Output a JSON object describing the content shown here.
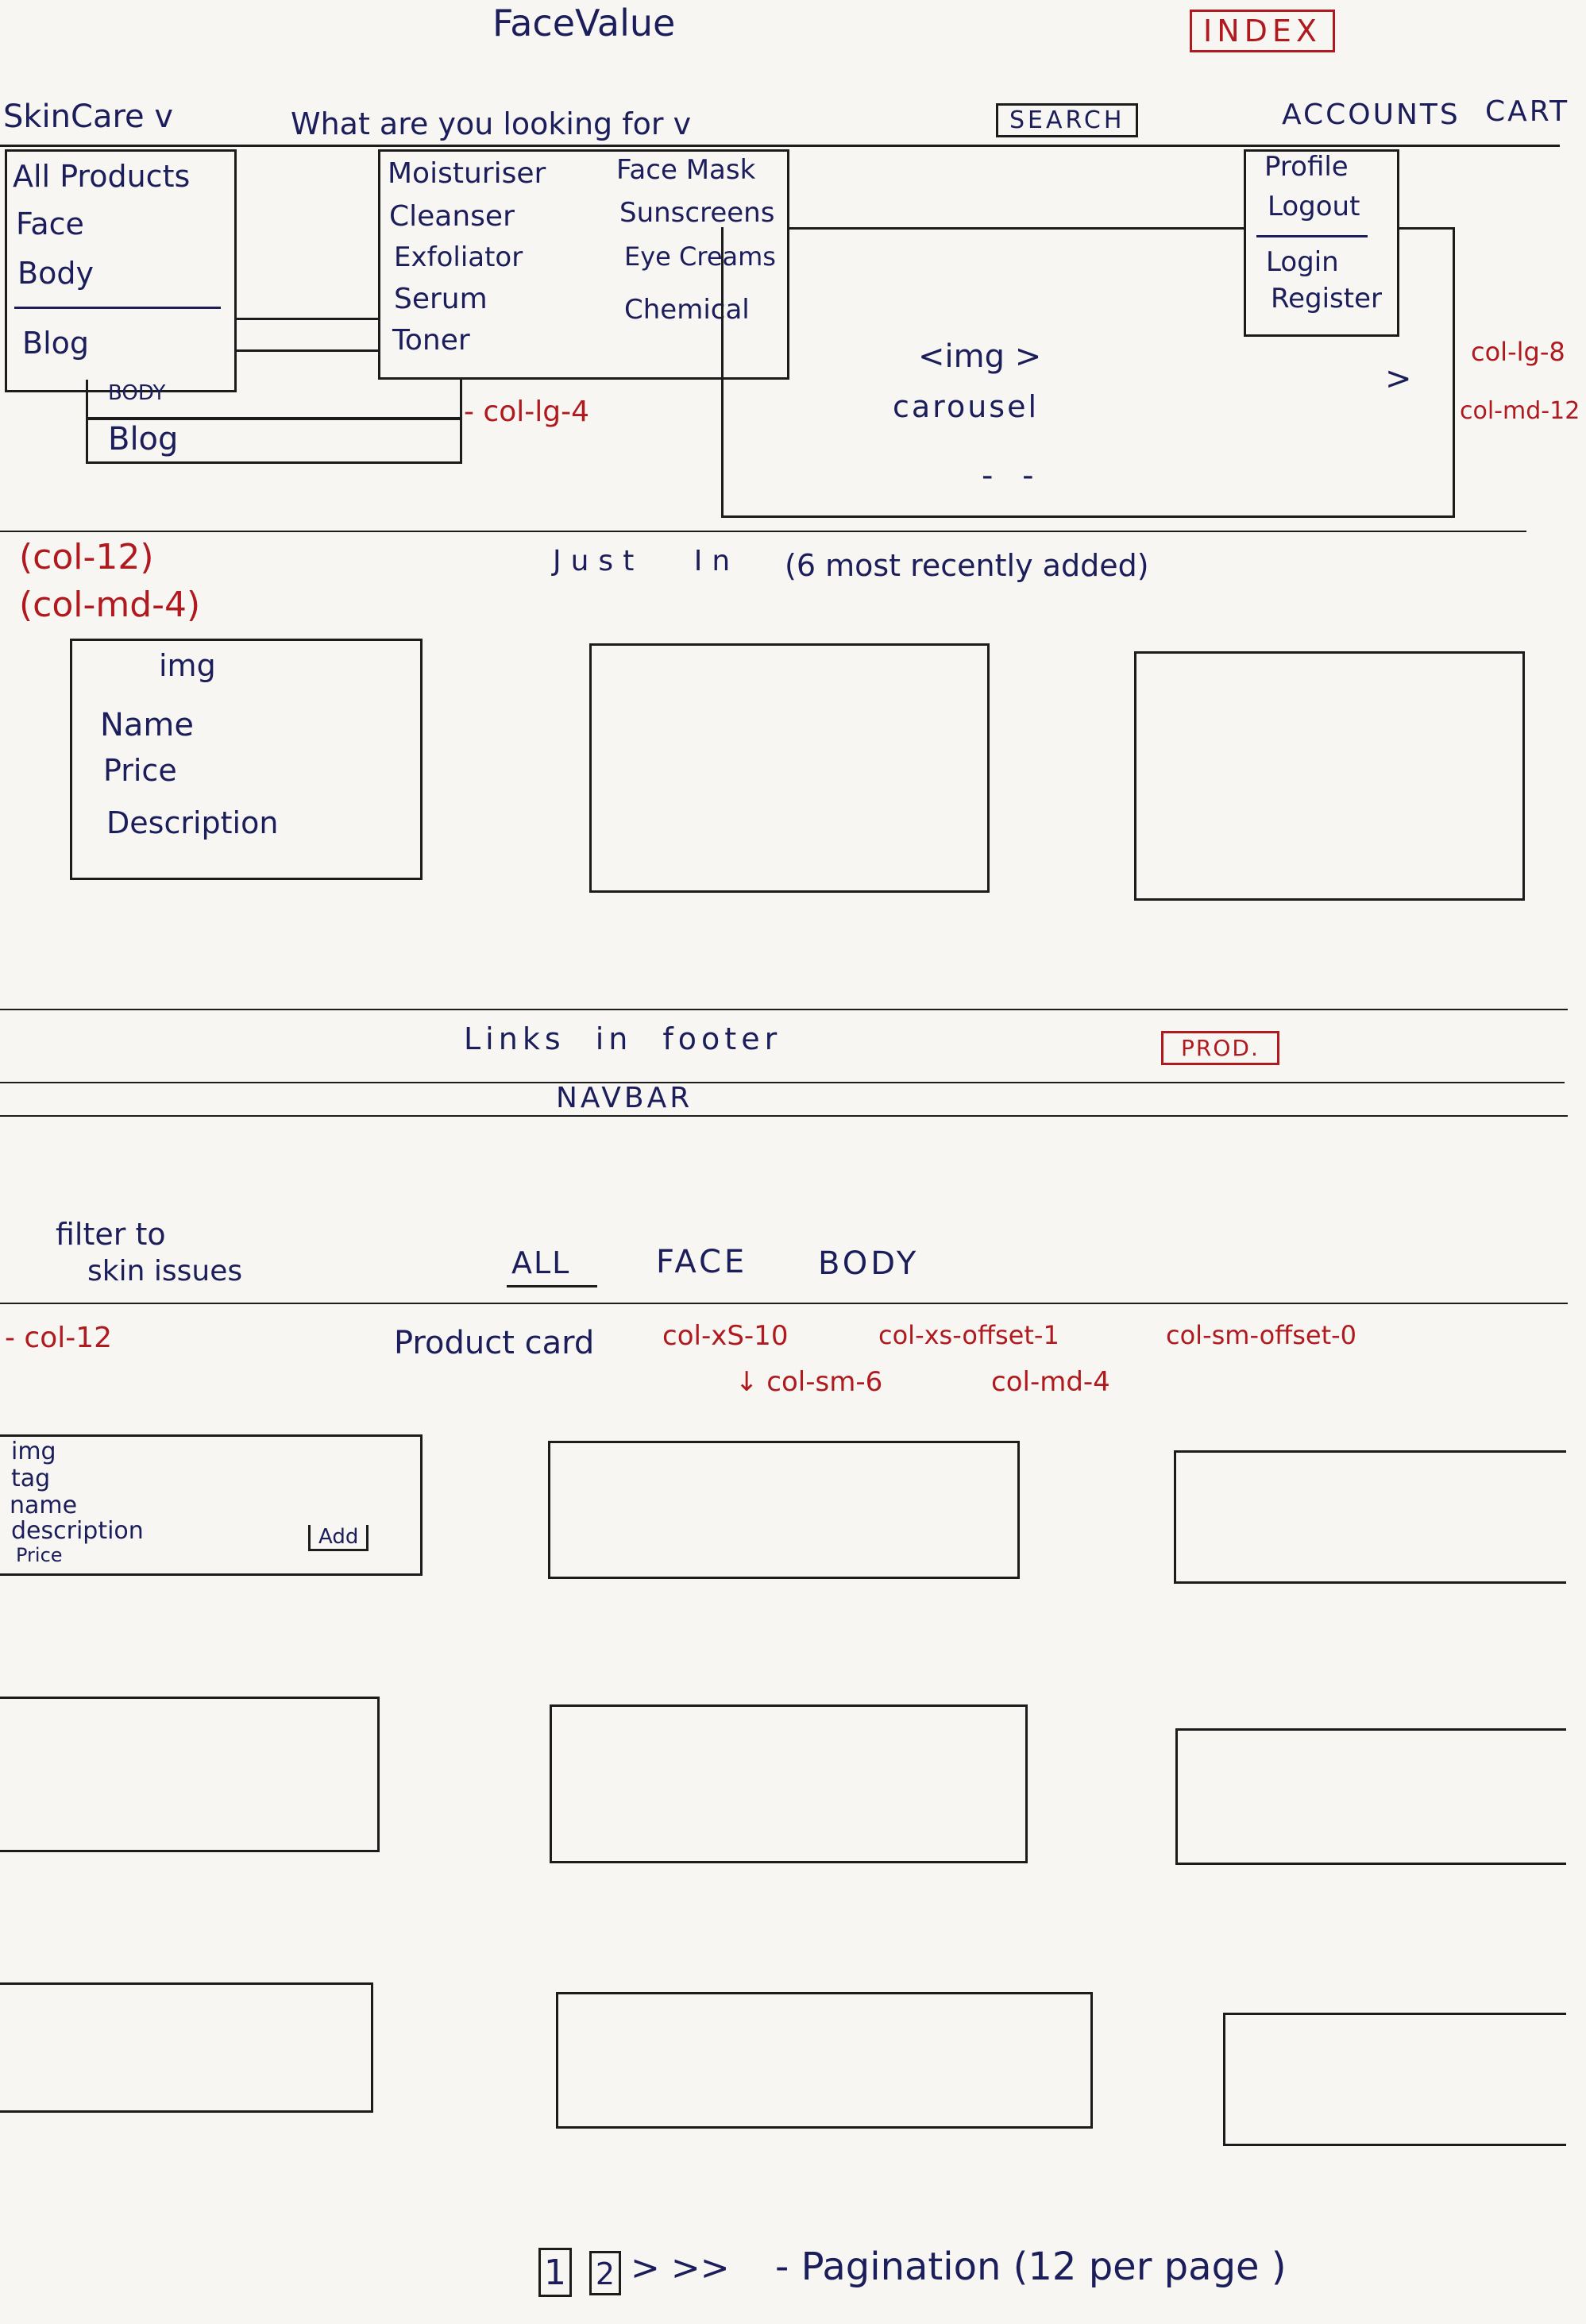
{
  "header": {
    "title": "FaceValue",
    "index_badge": "INDEX",
    "skincare_menu": "SkinCare v",
    "search_prompt": "What are you looking for v",
    "search_button": "SEARCH",
    "accounts": "ACCOUNTS",
    "cart": "CART"
  },
  "skincare_dropdown": {
    "items": [
      "All Products",
      "Face",
      "Body",
      "Blog"
    ],
    "ghost_items": [
      "BODY",
      "Blog"
    ]
  },
  "looking_for_dropdown": {
    "left": [
      "Moisturiser",
      "Cleanser",
      "Exfoliator",
      "Serum",
      "Toner"
    ],
    "right": [
      "Face Mask",
      "Sunscreens",
      "Eye Creams",
      "Chemical"
    ]
  },
  "accounts_dropdown": {
    "items": [
      "Profile",
      "Logout",
      "Login",
      "Register"
    ]
  },
  "carousel": {
    "label_img": "<img >",
    "label_text": "carousel",
    "next_arrow": ">",
    "indicators": "- -"
  },
  "annotations": {
    "col_lg_4": "- col-lg-4",
    "col_lg_8": "col-lg-8",
    "col_md_12": "col-md-12",
    "col_12": "(col-12)",
    "col_md_4": "(col-md-4)",
    "col_12_b": "- col-12",
    "col_xs_10": "col-xS-10",
    "col_xs_offset_1": "col-xs-offset-1",
    "col_sm_offset_0": "col-sm-offset-0",
    "col_sm_6": "↓ col-sm-6",
    "col_md_4_b": "col-md-4"
  },
  "just_in": {
    "heading": "Just In",
    "note": "(6 most recently added)",
    "card": {
      "img": "img",
      "name": "Name",
      "price": "Price",
      "description": "Description"
    }
  },
  "footer": {
    "links": "Links in footer",
    "prod_badge": "PROD."
  },
  "product_page": {
    "navbar": "NAVBAR",
    "filter_note_1": "filter to",
    "filter_note_2": "skin issues",
    "tabs": [
      "ALL",
      "FACE",
      "BODY"
    ],
    "product_card_label": "Product card",
    "card": {
      "img": "img",
      "tag": "tag",
      "name": "name",
      "description": "description",
      "price": "Price",
      "add": "Add"
    }
  },
  "pagination": {
    "pages": [
      "1",
      "2"
    ],
    "arrows": "> >>",
    "note": "- Pagination (12 per page )"
  }
}
